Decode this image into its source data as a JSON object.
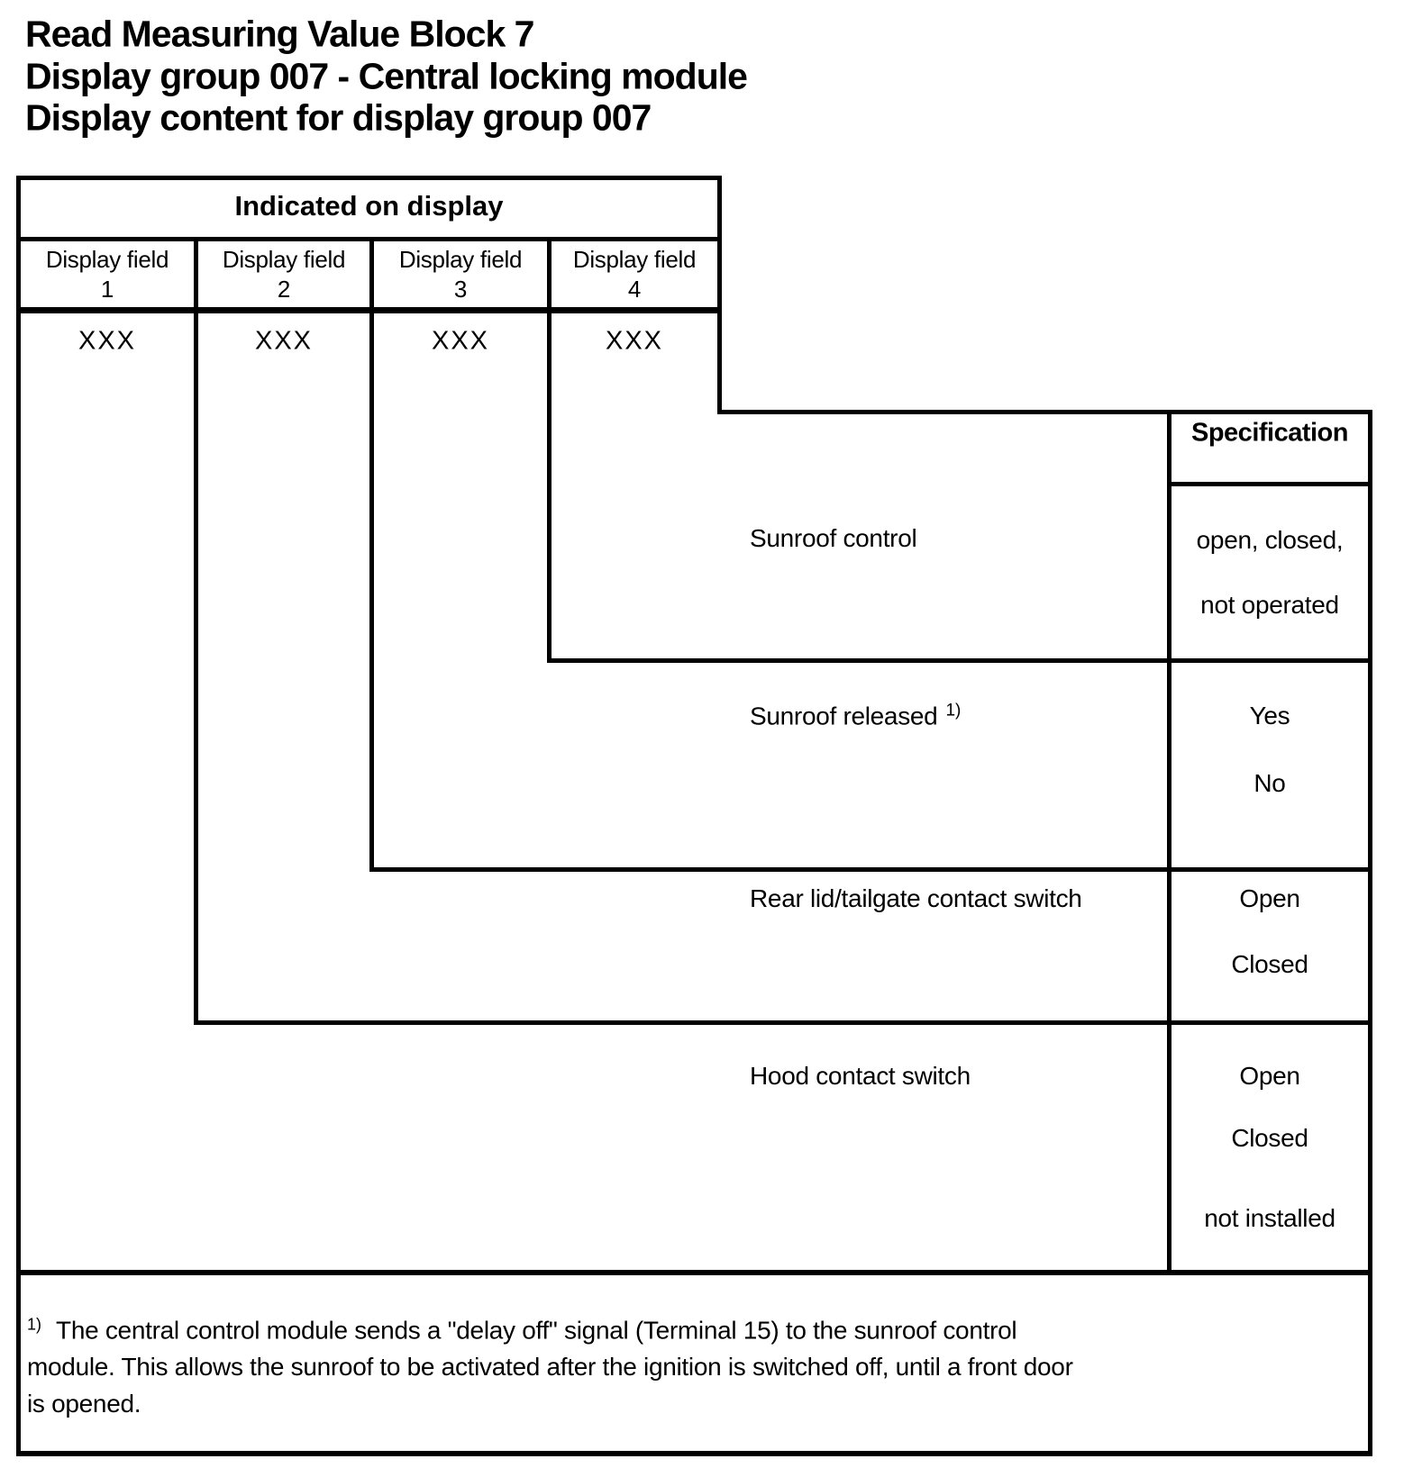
{
  "colors": {
    "ink": "#000000",
    "paper": "#ffffff"
  },
  "title": {
    "line1": "Read Measuring Value Block 7",
    "line2": "Display group 007 - Central locking module",
    "line3": "Display content for display group 007"
  },
  "display_table": {
    "header": "Indicated on display",
    "columns": [
      {
        "label": "Display field",
        "number": "1",
        "value": "XXX"
      },
      {
        "label": "Display field",
        "number": "2",
        "value": "XXX"
      },
      {
        "label": "Display field",
        "number": "3",
        "value": "XXX"
      },
      {
        "label": "Display field",
        "number": "4",
        "value": "XXX"
      }
    ]
  },
  "spec": {
    "header": "Specification"
  },
  "rows": [
    {
      "label": "Sunroof control",
      "sup": "",
      "specs": [
        "open, closed,",
        "not operated"
      ]
    },
    {
      "label": "Sunroof released",
      "sup": "1)",
      "specs": [
        "Yes",
        "No"
      ]
    },
    {
      "label": "Rear lid/tailgate contact switch",
      "sup": "",
      "specs": [
        "Open",
        "Closed"
      ]
    },
    {
      "label": "Hood contact switch",
      "sup": "",
      "specs": [
        "Open",
        "Closed",
        "not installed"
      ]
    }
  ],
  "footnote": {
    "sup": "1)",
    "lines": [
      "The central control module sends a \"delay off\" signal (Terminal 15) to the sunroof control",
      "module. This allows the sunroof to be activated after the ignition is switched off, until a front door",
      "is opened."
    ]
  }
}
